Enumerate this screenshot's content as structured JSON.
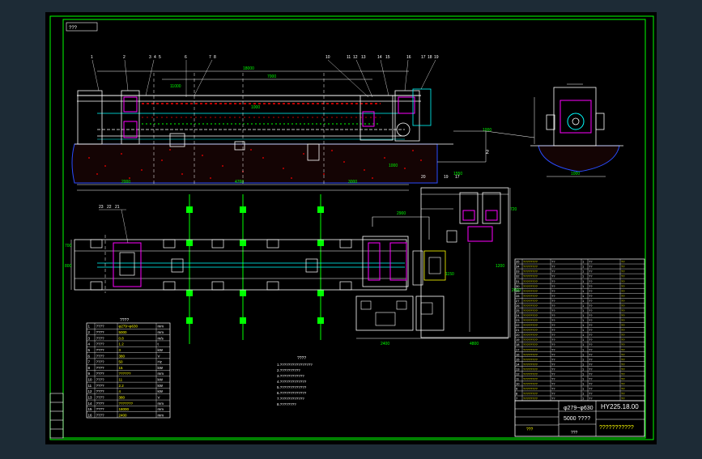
{
  "title_block": {
    "drawing_no": "HY225.18.00",
    "spec": "φ279~φ630",
    "length": "5000 ????",
    "company": "???????????",
    "company_short": "???",
    "page": "???"
  },
  "frame_tag": "???",
  "labels": {
    "callouts_top": [
      "1",
      "2",
      "3",
      "4",
      "5",
      "6",
      "7",
      "8",
      "10",
      "11",
      "12",
      "13",
      "14",
      "15",
      "16",
      "17",
      "18",
      "19"
    ],
    "callouts_plan": [
      "23",
      "22",
      "21",
      "20",
      "19",
      "17"
    ],
    "side_2": "2"
  },
  "dims": {
    "d1": "18000",
    "d2": "7000",
    "d3": "11000",
    "d4": "1000",
    "d5": "4760",
    "d6": "2000",
    "d7": "3000",
    "d8": "1000",
    "d9": "1000",
    "d10": "1000",
    "d11": "800",
    "d12": "700",
    "d13": "2400",
    "d14": "4800",
    "d15": "2900",
    "d16": "1200",
    "d17": "1550",
    "d18": "1150",
    "d19": "2000",
    "d20": "720"
  },
  "tech_requirements": {
    "title": "????",
    "lines": [
      "1.????????????????",
      "2.??????????",
      "3.????????????",
      "4.?????????????",
      "5.?????????????",
      "6.?????????????",
      "7.????????????",
      "8.????????"
    ]
  },
  "param_table": {
    "title": "????",
    "rows": [
      [
        "1",
        "????",
        "φ279~φ630",
        "mm"
      ],
      [
        "2",
        "????",
        "5000",
        "mm"
      ],
      [
        "3",
        "????",
        "0.8",
        "m/s"
      ],
      [
        "4",
        "????",
        "1.2",
        "t"
      ],
      [
        "5",
        "????",
        "3",
        "kW"
      ],
      [
        "6",
        "????",
        "380",
        "V"
      ],
      [
        "7",
        "????",
        "50",
        "Hz"
      ],
      [
        "8",
        "????",
        "15",
        "kW"
      ],
      [
        "9",
        "????",
        "??????",
        "mm"
      ],
      [
        "10",
        "????",
        "11",
        "kW"
      ],
      [
        "11",
        "????",
        "2.2",
        "kW"
      ],
      [
        "12",
        "????",
        "4",
        "kW"
      ],
      [
        "13",
        "????",
        "380",
        "V"
      ],
      [
        "14",
        "????",
        "???????",
        "mm"
      ],
      [
        "15",
        "????",
        "18000",
        "mm"
      ],
      [
        "16",
        "????",
        "2400",
        "mm"
      ]
    ]
  },
  "bom": {
    "rows": [
      [
        "35",
        "????????",
        "??",
        "1",
        "??",
        "??"
      ],
      [
        "34",
        "????????",
        "??",
        "1",
        "??",
        "??"
      ],
      [
        "33",
        "????????",
        "??",
        "1",
        "??",
        "??"
      ],
      [
        "32",
        "????????",
        "??",
        "1",
        "??",
        "??"
      ],
      [
        "31",
        "????????",
        "??",
        "1",
        "??",
        "??"
      ],
      [
        "30",
        "????????",
        "??",
        "1",
        "??",
        "??"
      ],
      [
        "29",
        "????????",
        "??",
        "1",
        "??",
        "??"
      ],
      [
        "28",
        "????????",
        "??",
        "1",
        "??",
        "??"
      ],
      [
        "27",
        "????????",
        "??",
        "1",
        "??",
        "??"
      ],
      [
        "26",
        "????????",
        "??",
        "1",
        "??",
        "??"
      ],
      [
        "25",
        "????????",
        "??",
        "1",
        "??",
        "??"
      ],
      [
        "24",
        "????????",
        "??",
        "1",
        "??",
        "??"
      ],
      [
        "23",
        "????????",
        "??",
        "1",
        "??",
        "??"
      ],
      [
        "22",
        "????????",
        "??",
        "1",
        "??",
        "??"
      ],
      [
        "21",
        "????????",
        "??",
        "1",
        "??",
        "??"
      ],
      [
        "20",
        "????????",
        "??",
        "1",
        "??",
        "??"
      ],
      [
        "19",
        "????????",
        "??",
        "1",
        "??",
        "??"
      ],
      [
        "18",
        "????????",
        "??",
        "1",
        "??",
        "??"
      ],
      [
        "17",
        "????????",
        "??",
        "1",
        "??",
        "??"
      ],
      [
        "16",
        "????????",
        "??",
        "1",
        "??",
        "??"
      ],
      [
        "15",
        "????????",
        "??",
        "1",
        "??",
        "??"
      ],
      [
        "14",
        "????????",
        "??",
        "1",
        "??",
        "??"
      ],
      [
        "13",
        "????????",
        "??",
        "1",
        "??",
        "??"
      ],
      [
        "12",
        "????????",
        "??",
        "1",
        "??",
        "??"
      ],
      [
        "11",
        "????????",
        "??",
        "1",
        "??",
        "??"
      ],
      [
        "10",
        "????????",
        "??",
        "1",
        "??",
        "??"
      ],
      [
        "9",
        "????????",
        "??",
        "1",
        "??",
        "??"
      ],
      [
        "8",
        "????????",
        "??",
        "1",
        "??",
        "??"
      ],
      [
        "7",
        "????????",
        "??",
        "1",
        "??",
        "??"
      ]
    ]
  },
  "colors": {
    "background": "#1d2b36",
    "sheet": "#000000",
    "frame": "#00ff00",
    "white": "#ffffff",
    "yellow": "#ffff00",
    "cyan": "#00ffff",
    "magenta": "#ff00ff",
    "red": "#ff0000",
    "blue": "#2a4cff"
  }
}
